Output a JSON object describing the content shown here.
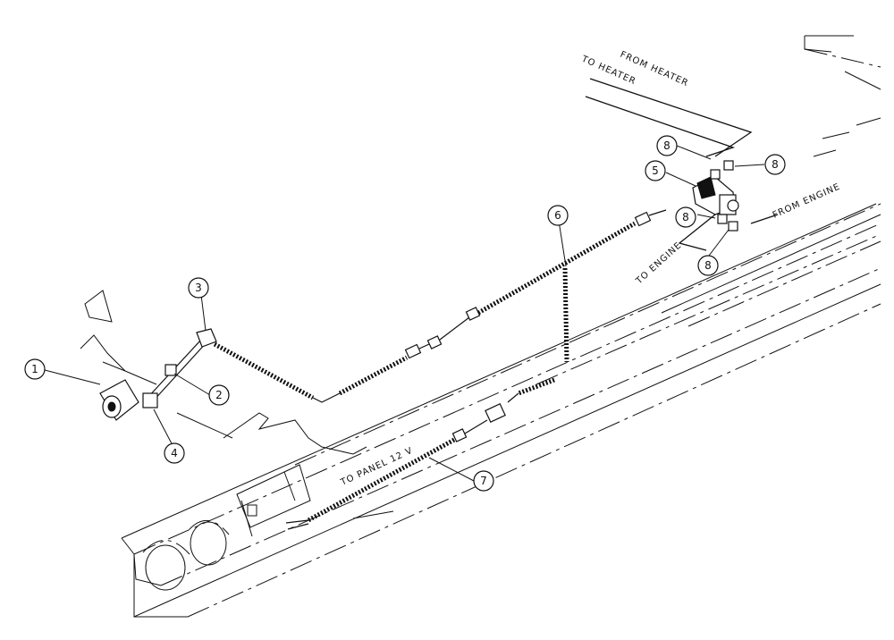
{
  "callouts": [
    "1",
    "2",
    "3",
    "4",
    "5",
    "6",
    "7",
    "8"
  ],
  "labels": {
    "from_heater": "FROM HEATER",
    "to_heater": "TO HEATER",
    "from_engine": "FROM ENGINE",
    "to_engine": "TO ENGINE",
    "to_panel": "TO PANEL 12 V"
  }
}
